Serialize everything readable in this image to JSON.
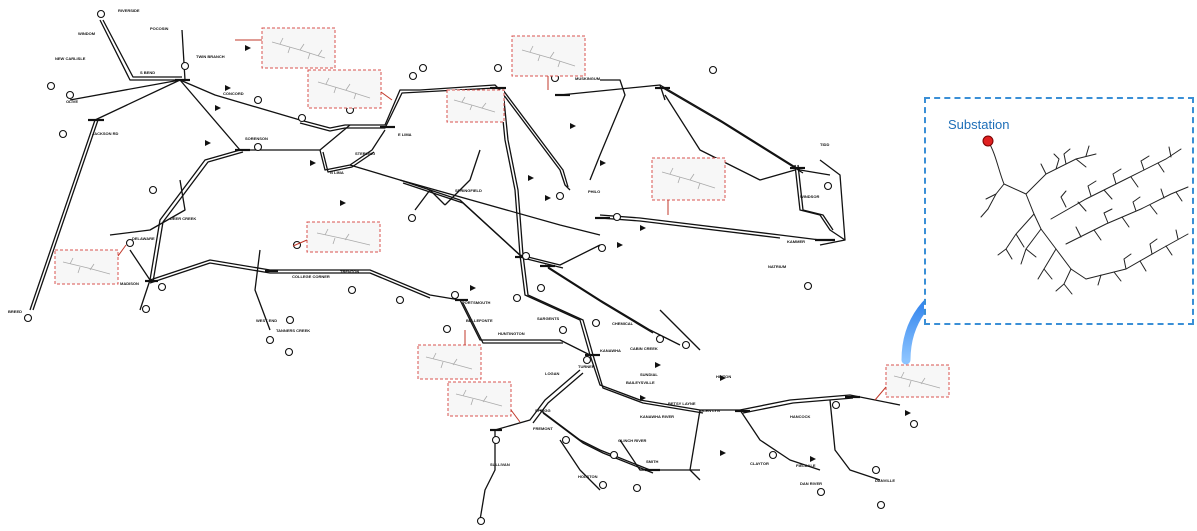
{
  "inset": {
    "title": "Substation",
    "frame_color": "#3a8fd6",
    "arrow_color": "#1a73e8",
    "substation_color": "#e02020"
  },
  "grid": {
    "line_color": "#111111",
    "feeder_box_color": "#d9534f",
    "labels": [
      "RIVERSIDE",
      "WINDOM",
      "POCOSIN",
      "NEW CARLISLE",
      "OLIVE",
      "TWIN BRANCH",
      "CONCORD",
      "S BEND",
      "JACKSON RD",
      "SORENSON",
      "DEER CREEK",
      "DELAWARE",
      "MADISON",
      "STERLING",
      "E LIMA",
      "N LIMA",
      "SPRINGFIELD",
      "BREED",
      "MUSKINGUM",
      "PHILO",
      "TIDD",
      "KAMMER",
      "NATRIUM",
      "WINDSOR",
      "PORTSMOUTH",
      "SARGENTS",
      "BELLEFONTE",
      "TURNER",
      "HUNTINGTON",
      "CHEMICAL",
      "CABIN CREEK",
      "KANAWHA",
      "BAILEYSVILLE",
      "SUNDIAL",
      "LOGAN",
      "SPRIGG",
      "BETSY LAYNE",
      "GLEN LYN",
      "CLAYTOR",
      "HANCOCK",
      "HINTON",
      "FIELDALE",
      "DAN RIVER",
      "DANVILLE",
      "HOLSTON",
      "CLINCH RIVER",
      "SMITH",
      "FREMONT",
      "KANAWHA RIVER",
      "SULLIVAN",
      "WEST END",
      "COLLEGE CORNER",
      "TRENTON",
      "TANNERS CREEK"
    ]
  }
}
